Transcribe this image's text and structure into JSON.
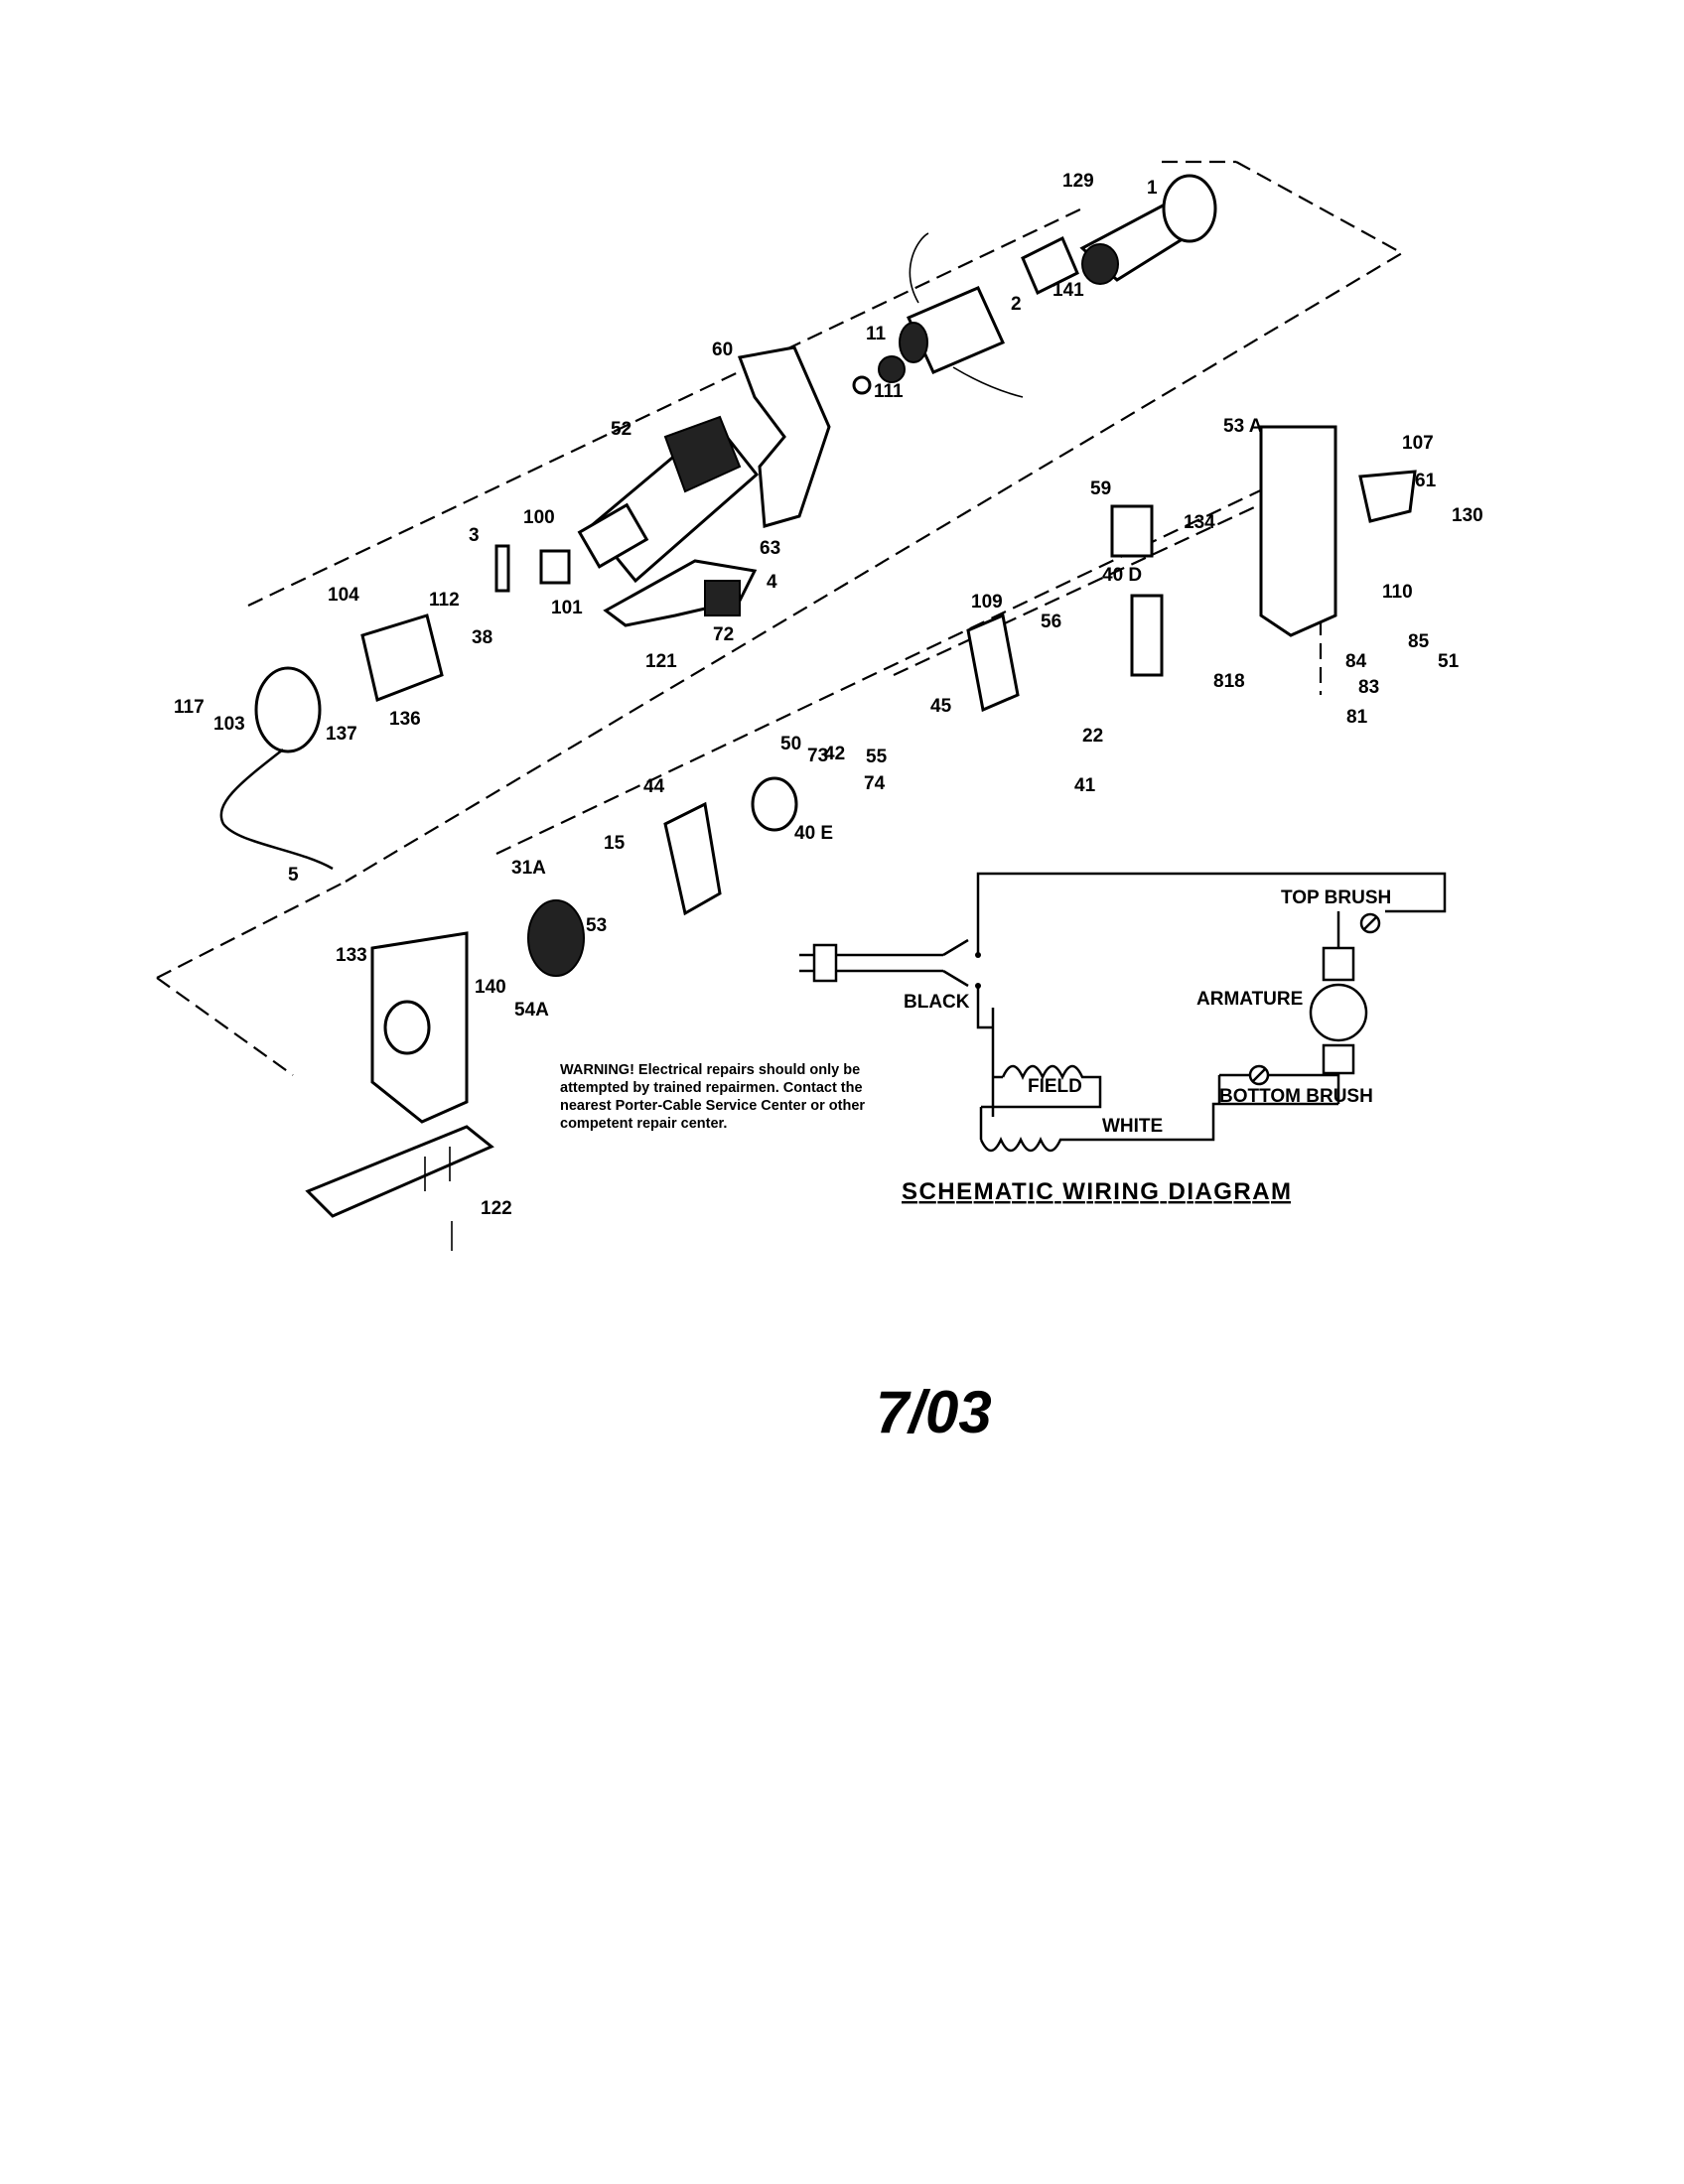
{
  "parts_diagram": {
    "part_labels": [
      "129",
      "1",
      "141",
      "2",
      "11",
      "111",
      "60",
      "52",
      "53 A",
      "107",
      "61",
      "130",
      "3",
      "100",
      "63",
      "101",
      "104",
      "112",
      "38",
      "4",
      "72",
      "121",
      "117",
      "103",
      "137",
      "136",
      "5",
      "59",
      "134",
      "40 D",
      "110",
      "109",
      "56",
      "85",
      "84",
      "51",
      "83",
      "818",
      "81",
      "22",
      "41",
      "45",
      "50",
      "42",
      "55",
      "74",
      "73",
      "40 E",
      "44",
      "15",
      "31A",
      "53",
      "133",
      "140",
      "54A",
      "122"
    ]
  },
  "wiring": {
    "labels": [
      "TOP BRUSH",
      "ARMATURE",
      "BLACK",
      "FIELD",
      "WHITE",
      "BOTTOM BRUSH"
    ],
    "title": "SCHEMATIC WIRING DIAGRAM"
  },
  "warning": {
    "lines": [
      "WARNING! Electrical repairs should only be",
      "attempted by trained repairmen. Contact the",
      "nearest Porter-Cable Service Center or other",
      "competent repair center."
    ]
  },
  "date_stamp": "7/03"
}
